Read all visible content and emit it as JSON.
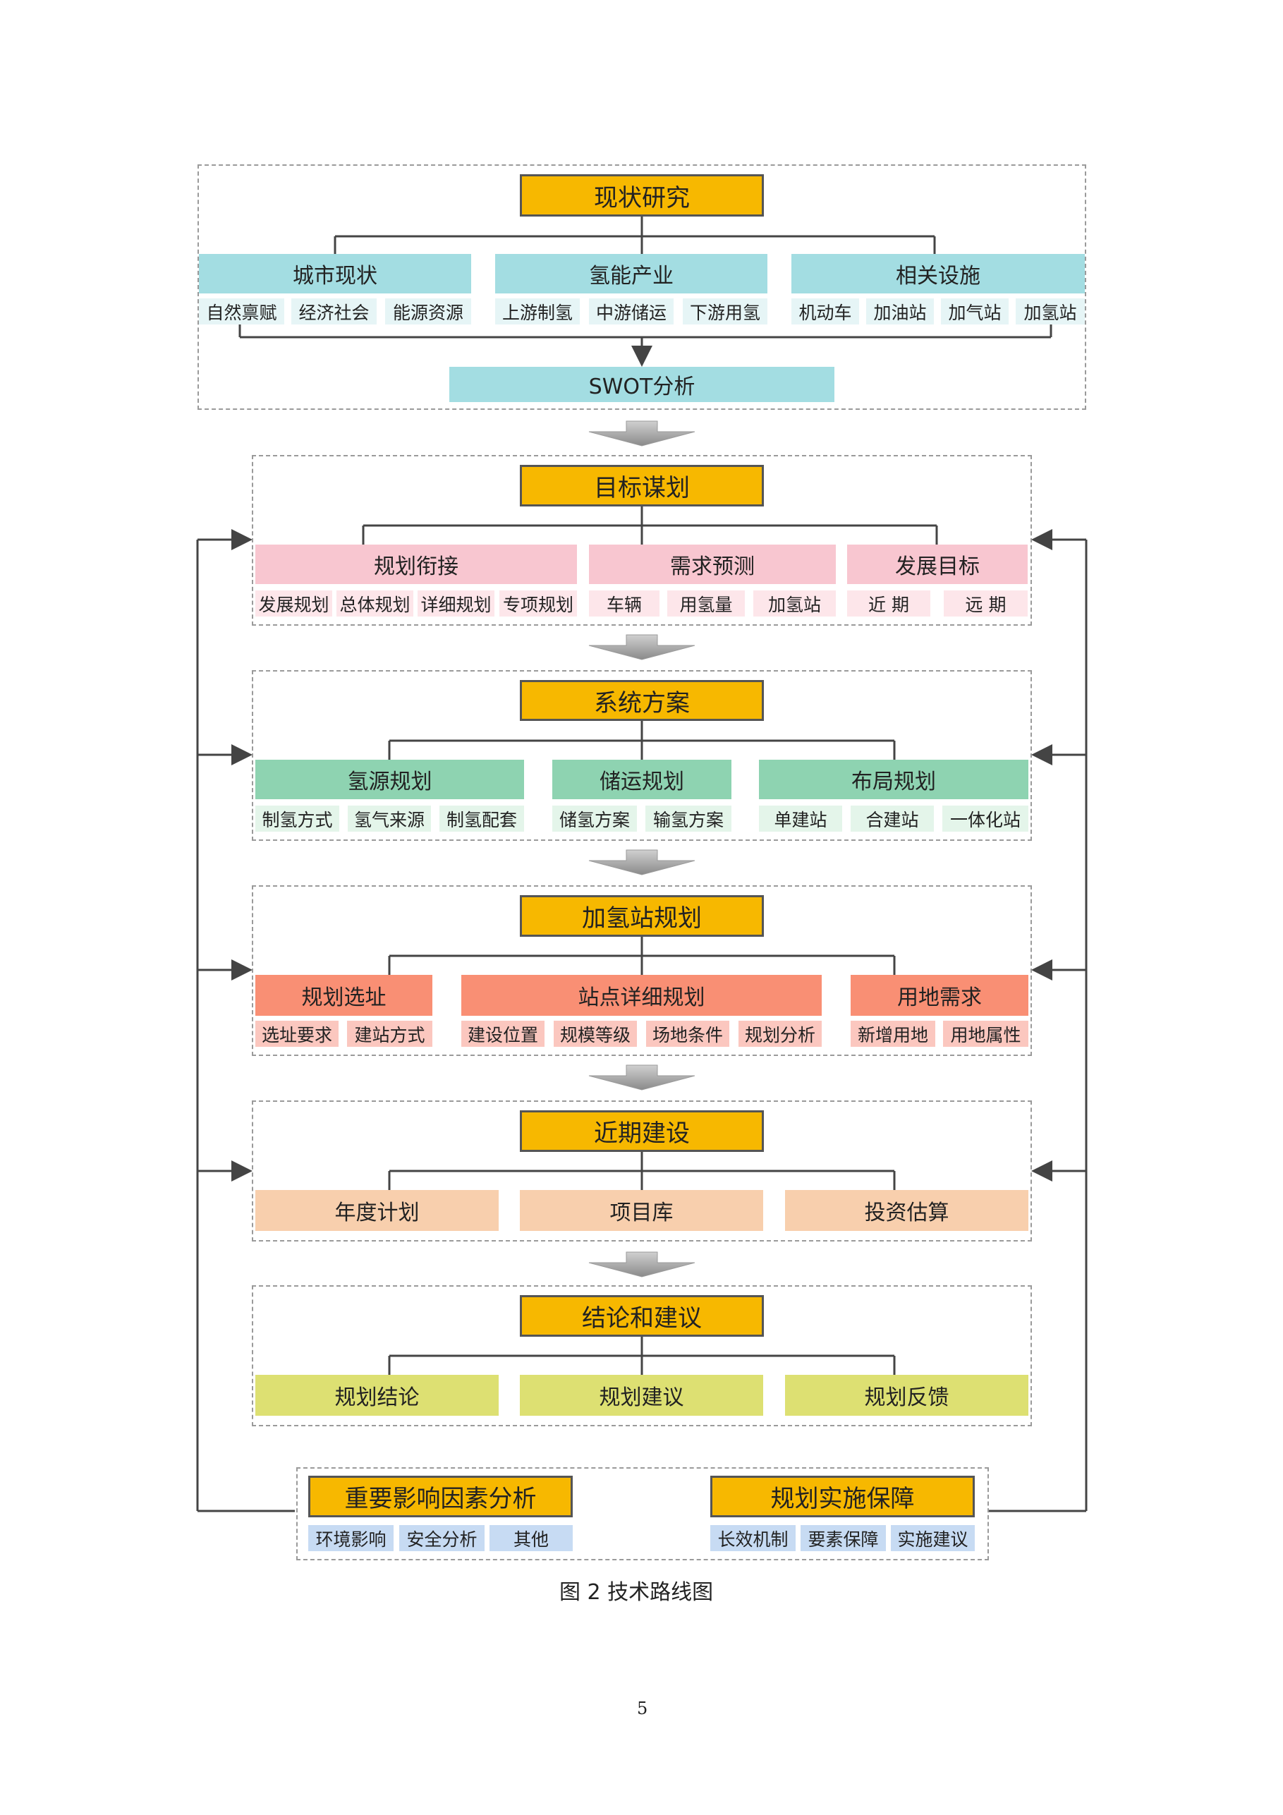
{
  "sections": {
    "status": {
      "title": "现状研究",
      "groups": [
        {
          "label": "城市现状",
          "items": [
            "自然禀赋",
            "经济社会",
            "能源资源"
          ]
        },
        {
          "label": "氢能产业",
          "items": [
            "上游制氢",
            "中游储运",
            "下游用氢"
          ]
        },
        {
          "label": "相关设施",
          "items": [
            "机动车",
            "加油站",
            "加气站",
            "加氢站"
          ]
        }
      ],
      "swot": "SWOT分析"
    },
    "goal": {
      "title": "目标谋划",
      "groups": [
        {
          "label": "规划衔接",
          "items": [
            "发展规划",
            "总体规划",
            "详细规划",
            "专项规划"
          ]
        },
        {
          "label": "需求预测",
          "items": [
            "车辆",
            "用氢量",
            "加氢站"
          ]
        },
        {
          "label": "发展目标",
          "items": [
            "近 期",
            "远 期"
          ]
        }
      ]
    },
    "system": {
      "title": "系统方案",
      "groups": [
        {
          "label": "氢源规划",
          "items": [
            "制氢方式",
            "氢气来源",
            "制氢配套"
          ]
        },
        {
          "label": "储运规划",
          "items": [
            "储氢方案",
            "输氢方案"
          ]
        },
        {
          "label": "布局规划",
          "items": [
            "单建站",
            "合建站",
            "一体化站"
          ]
        }
      ]
    },
    "station": {
      "title": "加氢站规划",
      "groups": [
        {
          "label": "规划选址",
          "items": [
            "选址要求",
            "建站方式"
          ]
        },
        {
          "label": "站点详细规划",
          "items": [
            "建设位置",
            "规模等级",
            "场地条件",
            "规划分析"
          ]
        },
        {
          "label": "用地需求",
          "items": [
            "新增用地",
            "用地属性"
          ]
        }
      ]
    },
    "nearterm": {
      "title": "近期建设",
      "items": [
        "年度计划",
        "项目库",
        "投资估算"
      ]
    },
    "conclusion": {
      "title": "结论和建议",
      "items": [
        "规划结论",
        "规划建议",
        "规划反馈"
      ]
    },
    "factors": {
      "title": "重要影响因素分析",
      "items": [
        "环境影响",
        "安全分析",
        "其他"
      ]
    },
    "guarantee": {
      "title": "规划实施保障",
      "items": [
        "长效机制",
        "要素保障",
        "实施建议"
      ]
    }
  },
  "caption": "图 2  技术路线图",
  "page_number": "5",
  "colors": {
    "header": "#f7b800",
    "teal": "#a3dde2",
    "pink": "#f8c6d0",
    "green": "#8ed3b1",
    "salmon": "#f98f74",
    "peach": "#f8cfad",
    "olive": "#dde072",
    "light_blue": "#c7dbf3"
  }
}
